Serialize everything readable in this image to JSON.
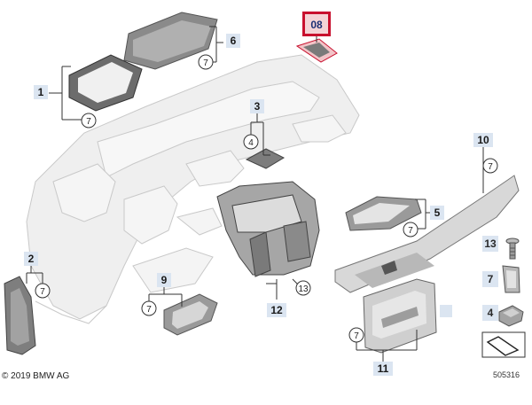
{
  "colors": {
    "highlight_fill": "#c8102e",
    "highlight_box": "#f4d3d6",
    "label_bg": "#dbe5f1",
    "part_gray": "#9a9a9a",
    "dashboard_fill": "#ececec"
  },
  "parts": {
    "p1": "1",
    "p2": "2",
    "p3": "3",
    "p4": "4",
    "p5": "5",
    "p6": "6",
    "p7": "7",
    "p9": "9",
    "p10": "10",
    "p11": "11",
    "p12": "12",
    "p13": "13"
  },
  "highlight_label": "08",
  "legend": {
    "a": "13",
    "b": "7",
    "c": "4"
  },
  "footer": {
    "copyright": "© 2019 BMW AG",
    "image_number": "505316"
  },
  "icons": [
    "clip-icon",
    "screw-icon",
    "nut-icon",
    "wedge-icon"
  ]
}
